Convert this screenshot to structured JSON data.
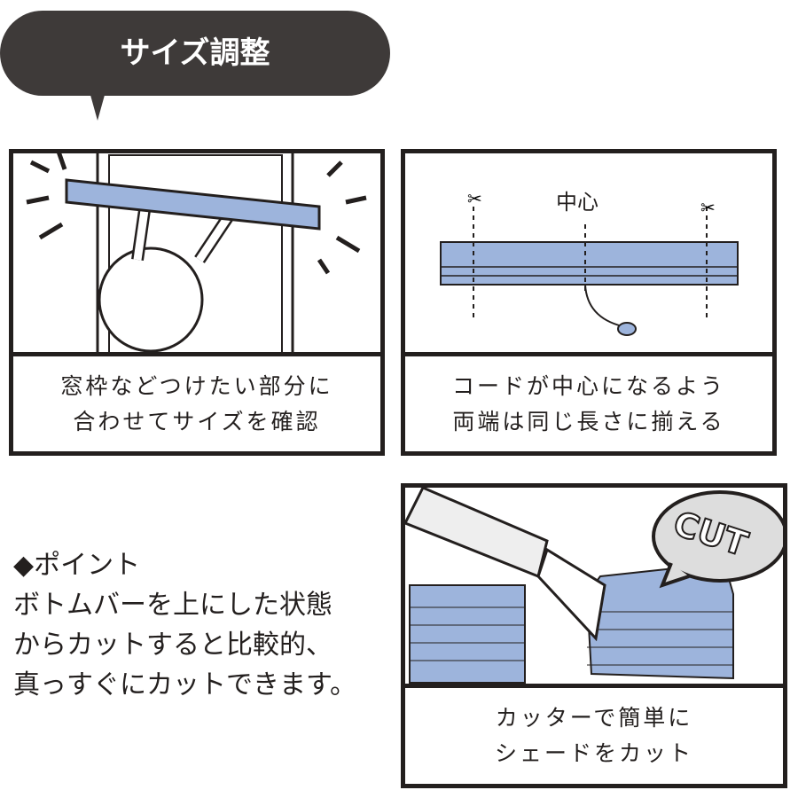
{
  "title": "サイズ調整",
  "panels": [
    {
      "caption": [
        "窓枠などつけたい部分に",
        "合わせてサイズを確認"
      ]
    },
    {
      "label": "中心",
      "caption": [
        "コードが中心になるよう",
        "両端は同じ長さに揃える"
      ]
    },
    {
      "bubble": "CUT",
      "caption": [
        "カッターで簡単に",
        "シェードをカット"
      ]
    }
  ],
  "point": {
    "heading": "◆ポイント",
    "lines": [
      "ボトムバーを上にした状態",
      "からカットすると比較的、",
      "真っすぐにカットできます。"
    ]
  },
  "colors": {
    "blue": "#9db4dc",
    "dark": "#3e3a39"
  }
}
